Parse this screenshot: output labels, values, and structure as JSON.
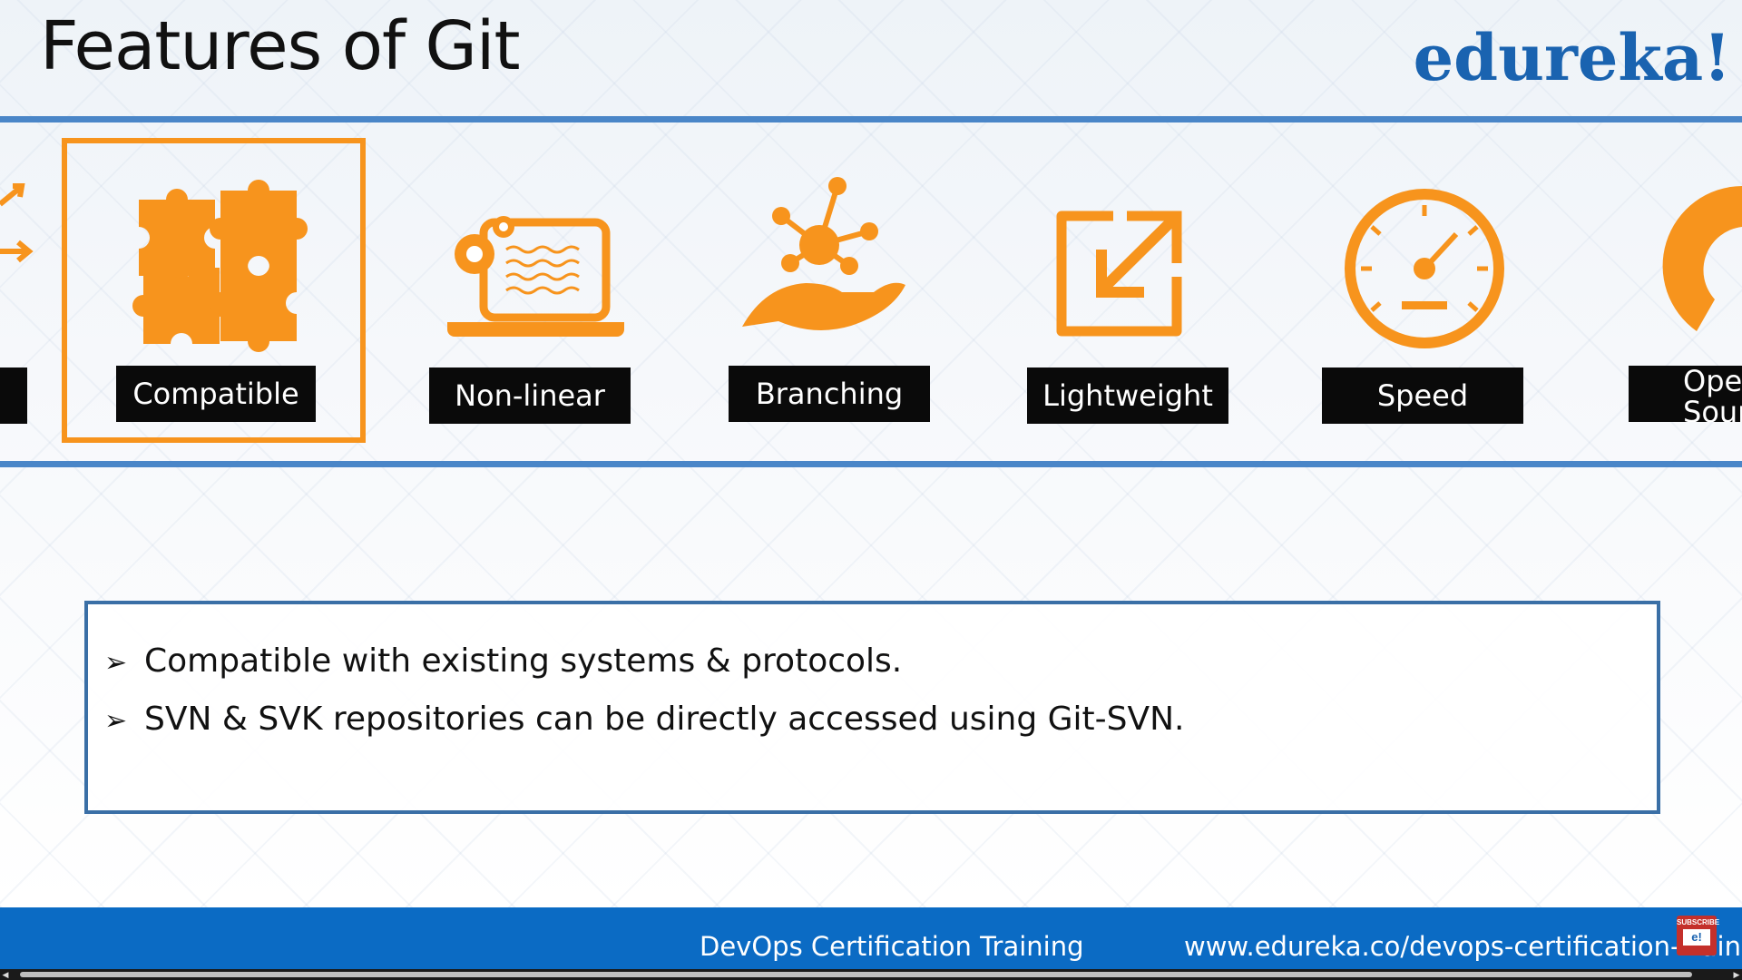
{
  "slide": {
    "title": "Features of Git",
    "brand": "edureka!"
  },
  "features": [
    {
      "label": "Compatible",
      "icon": "puzzle-pieces-icon",
      "selected": true
    },
    {
      "label": "Non-linear",
      "icon": "laptop-gear-icon",
      "selected": false
    },
    {
      "label": "Branching",
      "icon": "hand-network-icon",
      "selected": false
    },
    {
      "label": "Lightweight",
      "icon": "resize-arrow-icon",
      "selected": false
    },
    {
      "label": "Speed",
      "icon": "speedometer-icon",
      "selected": false
    },
    {
      "label_line1": "Ope",
      "label_line2": "Sour",
      "icon": "open-source-icon",
      "selected": false
    }
  ],
  "description": {
    "bullets": [
      "Compatible with existing systems & protocols.",
      "SVN & SVK repositories can be directly accessed using Git-SVN."
    ]
  },
  "footer": {
    "course": "DevOps Certification Training",
    "url": "www.edureka.co/devops-certification-training",
    "subscribe": "SUBSCRIBE",
    "subscribe_logo": "e!"
  },
  "colors": {
    "accent_orange": "#f7941d",
    "rule_blue": "#4a86c8",
    "footer_blue": "#0b6bc4",
    "brand_blue": "#1a63b0"
  }
}
